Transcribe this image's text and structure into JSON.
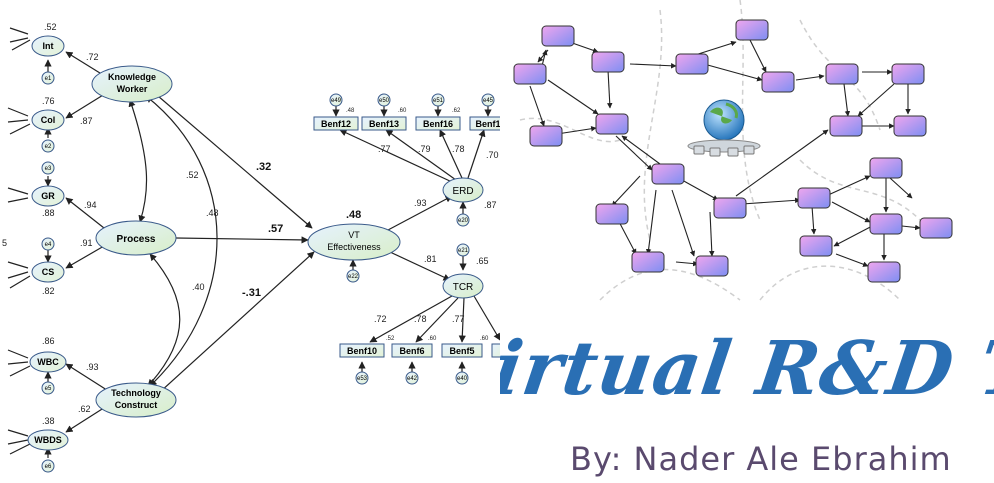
{
  "sem": {
    "latent": {
      "knowledge_worker_1": "Knowledge",
      "knowledge_worker_2": "Worker",
      "process": "Process",
      "technology_1": "Technology",
      "technology_2": "Construct",
      "vt_1": "VT",
      "vt_2": "Effectiveness",
      "erd": "ERD",
      "tcr": "TCR"
    },
    "indicators": {
      "int": "Int",
      "col": "Col",
      "gr": "GR",
      "cs": "CS",
      "wbc": "WBC",
      "wbds": "WBDS"
    },
    "errors": {
      "e1": "e1",
      "e2": "e2",
      "e3": "e3",
      "e4": "e4",
      "e5": "e5",
      "e6": "e6",
      "e22": "e22",
      "e20": "e20",
      "e21": "e21",
      "e49": "e49",
      "e50": "e50",
      "e51": "e51",
      "e45": "e45",
      "e53": "e53",
      "e42": "e42",
      "e40": "e40"
    },
    "benefits": {
      "b12": "Benf12",
      "b13": "Benf13",
      "b16": "Benf16",
      "b1": "Benf1",
      "b10": "Benf10",
      "b6": "Benf6",
      "b5": "Benf5"
    },
    "coef": {
      "int_r2": ".52",
      "int_load": ".72",
      "col_r2": ".76",
      "col_load": ".87",
      "gr_r2": ".88",
      "gr_load": ".94",
      "cs_r2": ".82",
      "cs_load": ".91",
      "cs_left": "5",
      "wbc_r2": ".86",
      "wbc_load": ".93",
      "wbds_r2": ".38",
      "wbds_load": ".62",
      "kw_proc": ".52",
      "kw_tech": ".48",
      "proc_tech": ".40",
      "kw_vt": ".32",
      "proc_vt": ".57",
      "tech_vt": "-.31",
      "vt_r2": ".48",
      "erd_load": ".93",
      "erd_r2": ".87",
      "tcr_load": ".81",
      "tcr_r2": ".65",
      "b12_r2": ".48",
      "b13_r2": ".60",
      "b16_r2": ".62",
      "b12_load": ".70",
      "b13_load": ".77",
      "b16_load": ".79",
      "b1_load": ".78",
      "b10_load": ".72",
      "b6_load": ".78",
      "b5_load": ".77",
      "b10_r2": ".52",
      "b6_r2": ".60",
      "b5_r2": ".60"
    }
  },
  "banner": {
    "title": "irtual R&D Team",
    "author": "By: Nader Ale Ebrahim"
  },
  "colors": {
    "node_top": "#e8a0e8",
    "node_bottom": "#8090f0",
    "title": "#2a6fb4",
    "author": "#5a4a6e"
  },
  "icons": [
    "globe-icon"
  ]
}
